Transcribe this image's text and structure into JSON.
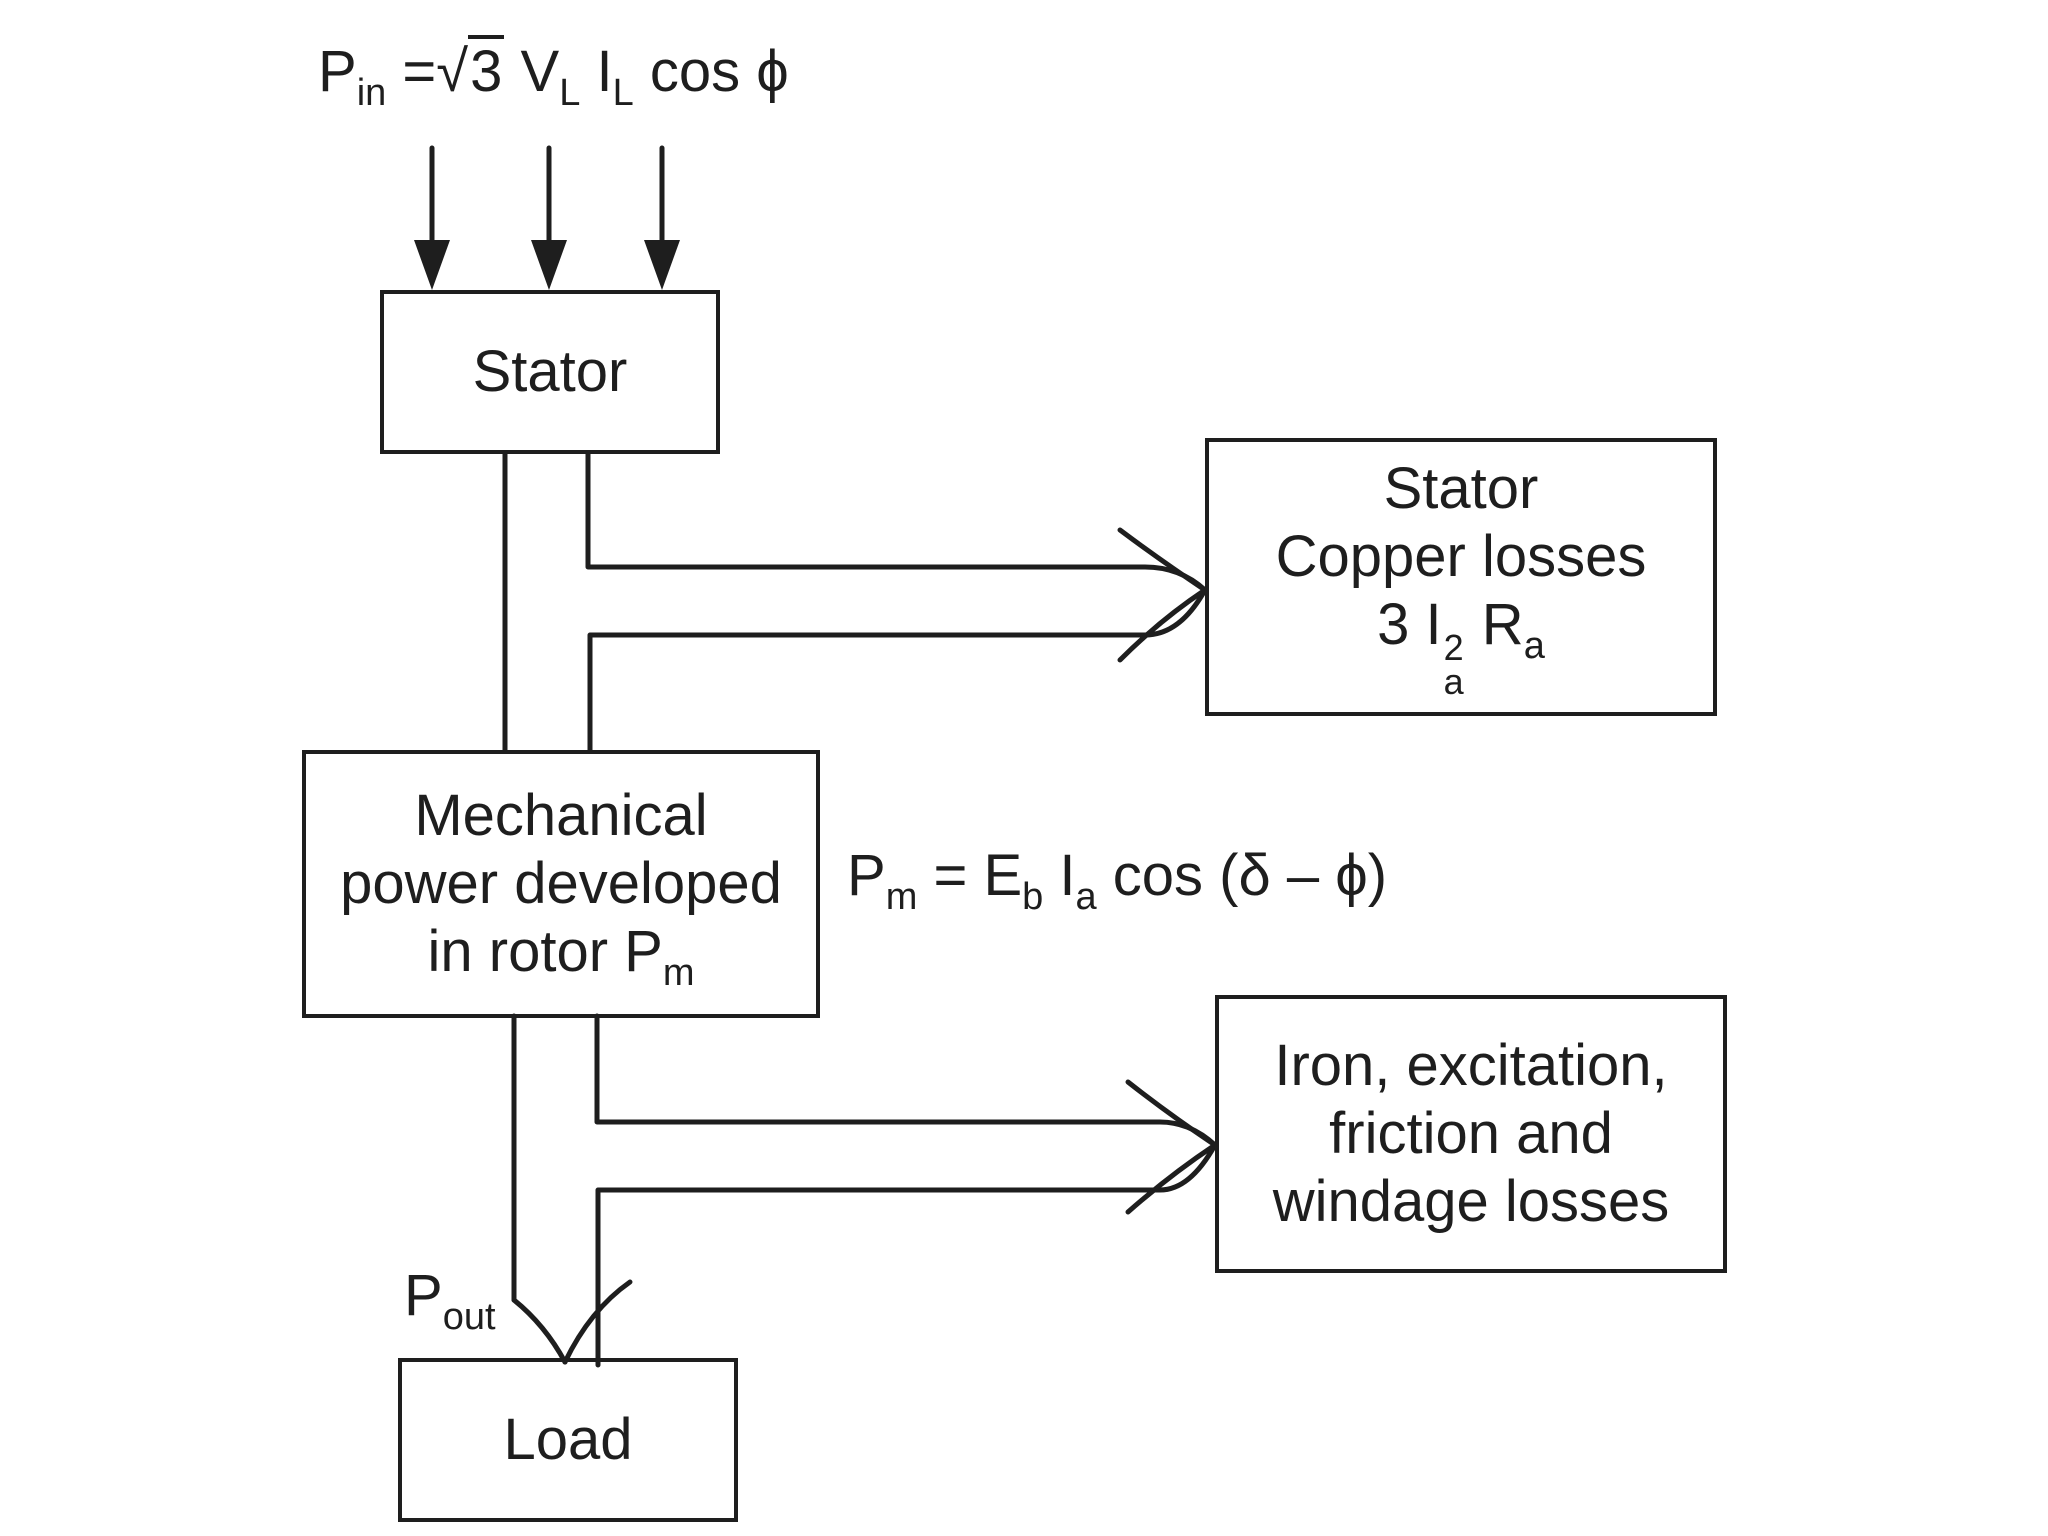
{
  "input": {
    "P": "P",
    "in_sub": "in",
    "eq": " =",
    "sqrt_sign": "√",
    "three": "3",
    "V": " V",
    "L1": "L",
    "I": " I",
    "L2": "L",
    "cos": " cos ϕ"
  },
  "stator": {
    "label": "Stator"
  },
  "stator_losses": {
    "line1": "Stator",
    "line2": "Copper losses",
    "three": "3 I",
    "sup2": "2",
    "sub_a": "a",
    "R": " R",
    "sub_a2": "a"
  },
  "mechanical": {
    "line1": "Mechanical",
    "line2": "power developed",
    "line3": "in rotor P",
    "line3_sub": "m"
  },
  "pm_formula": {
    "P": "P",
    "m": "m",
    "eq": " = E",
    "b": "b",
    "I": " I",
    "a": "a",
    "cos": " cos (δ – ϕ)"
  },
  "iron_losses": {
    "line1": "Iron, excitation,",
    "line2": "friction and",
    "line3": "windage losses"
  },
  "output": {
    "P": "P",
    "sub": "out"
  },
  "load": {
    "label": "Load"
  },
  "colors": {
    "ink": "#1e1e1e",
    "paper": "#ffffff"
  }
}
